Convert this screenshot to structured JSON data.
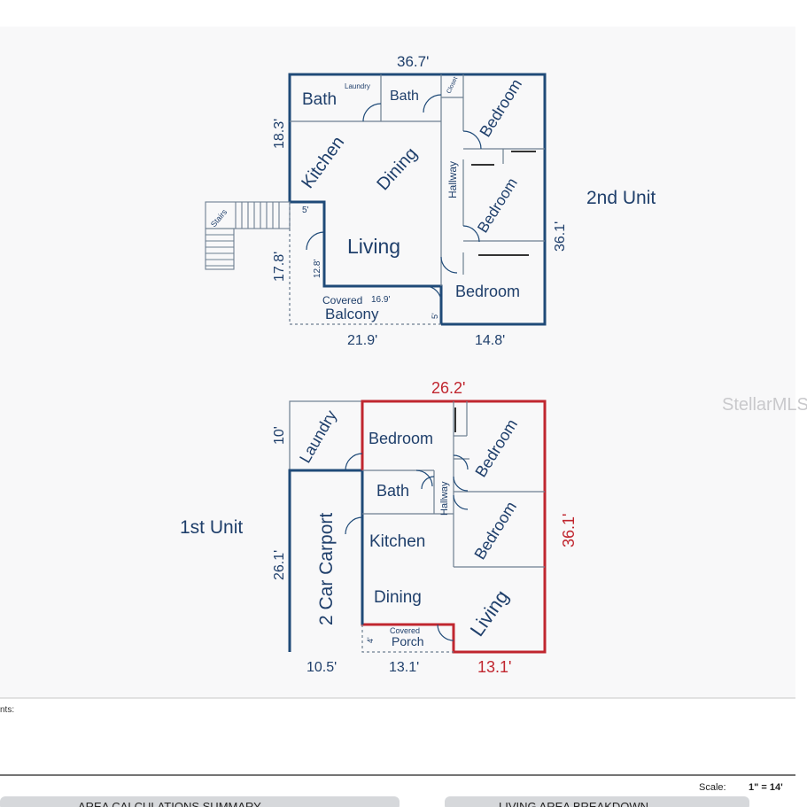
{
  "watermark": "StellarMLS",
  "upper_unit": {
    "name": "2nd Unit",
    "rooms": {
      "bath_left": "Bath",
      "laundry": "Laundry",
      "bath_right": "Bath",
      "closet": "Closet",
      "bedroom_top": "Bedroom",
      "kitchen": "Kitchen",
      "dining": "Dining",
      "hallway": "Hallway",
      "bedroom_mid": "Bedroom",
      "living": "Living",
      "bedroom_bottom": "Bedroom",
      "covered": "Covered",
      "balcony": "Balcony",
      "stairs": "Stairs"
    },
    "dims": {
      "top": "36.7'",
      "left_upper": "18.3'",
      "left_lower": "17.8'",
      "right": "36.1'",
      "bottom_left": "21.9'",
      "bottom_right": "14.8'",
      "stair_notch": "5'",
      "living_inner": "12.8'",
      "balcony_width": "16.9'",
      "balcony_depth": "5'"
    }
  },
  "lower_unit": {
    "name": "1st Unit",
    "rooms": {
      "laundry": "Laundry",
      "bedroom_top": "Bedroom",
      "bedroom_right_top": "Bedroom",
      "bath": "Bath",
      "hallway": "Hallway",
      "kitchen": "Kitchen",
      "bedroom_right_mid": "Bedroom",
      "carport": "2 Car Carport",
      "dining": "Dining",
      "living": "Living",
      "covered": "Covered",
      "porch": "Porch"
    },
    "dims": {
      "top": "26.2'",
      "laundry_depth": "10'",
      "carport_depth": "26.1'",
      "right": "36.1'",
      "bottom_carport": "10.5'",
      "bottom_porch": "13.1'",
      "bottom_living": "13.1'",
      "porch_depth": "4'"
    }
  },
  "footer": {
    "comments_label": "nts:",
    "scale_label": "Scale:",
    "scale_value": "1\" = 14'",
    "tab_area_summary": "AREA CALCULATIONS SUMMARY",
    "tab_living_breakdown": "LIVING AREA BREAKDOWN"
  },
  "colors": {
    "wall_blue": "#1f4a78",
    "label_blue": "#1f3f6b",
    "highlight_red": "#c0262f",
    "interior_line": "#6d7f91"
  }
}
